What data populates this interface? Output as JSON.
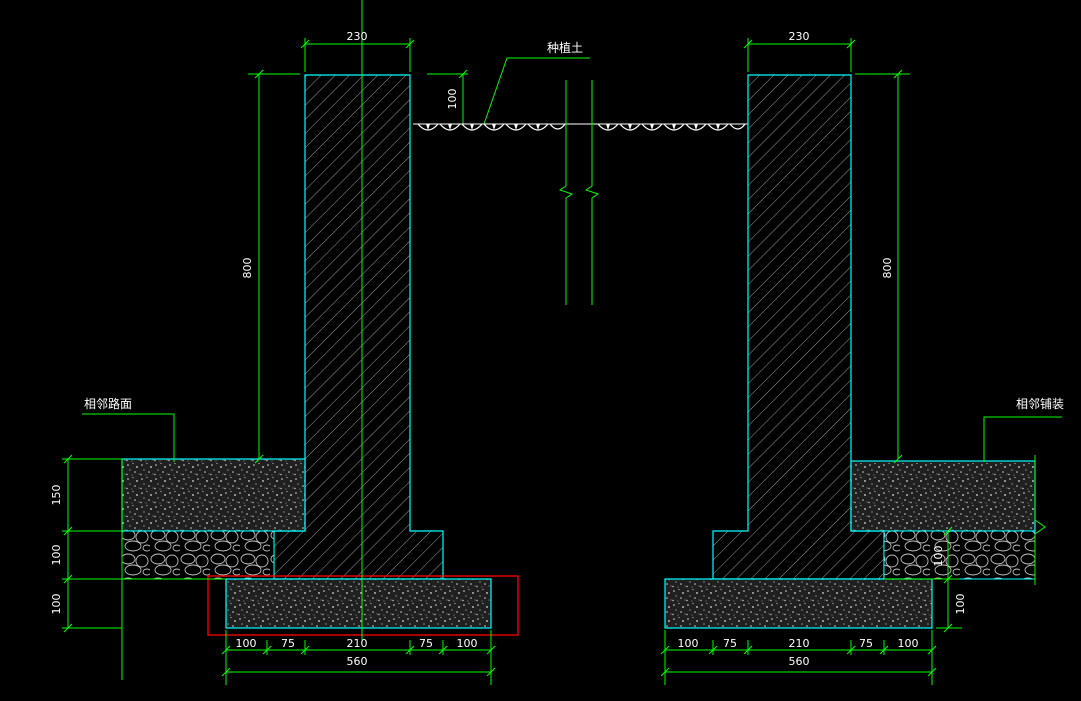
{
  "colors": {
    "background": "#000000",
    "dimension": "#00ff00",
    "outline": "#00ffff",
    "hatch": "#9a9a9a",
    "text": "#ffffff",
    "highlight": "#ff0000",
    "fill": "#2b2b2b"
  },
  "left": {
    "top_width": "230",
    "height": "800",
    "offset_label": "100",
    "planting_label": "种植土",
    "paving_label": "相邻路面",
    "side_dims": [
      "150",
      "100",
      "100"
    ],
    "base_dims": [
      "100",
      "75",
      "210",
      "75",
      "100"
    ],
    "base_total": "560"
  },
  "right": {
    "top_width": "230",
    "height": "800",
    "paving_label": "相邻铺装",
    "side_dims": [
      "100",
      "100"
    ],
    "base_dims": [
      "100",
      "75",
      "210",
      "75",
      "100"
    ],
    "base_total": "560"
  }
}
